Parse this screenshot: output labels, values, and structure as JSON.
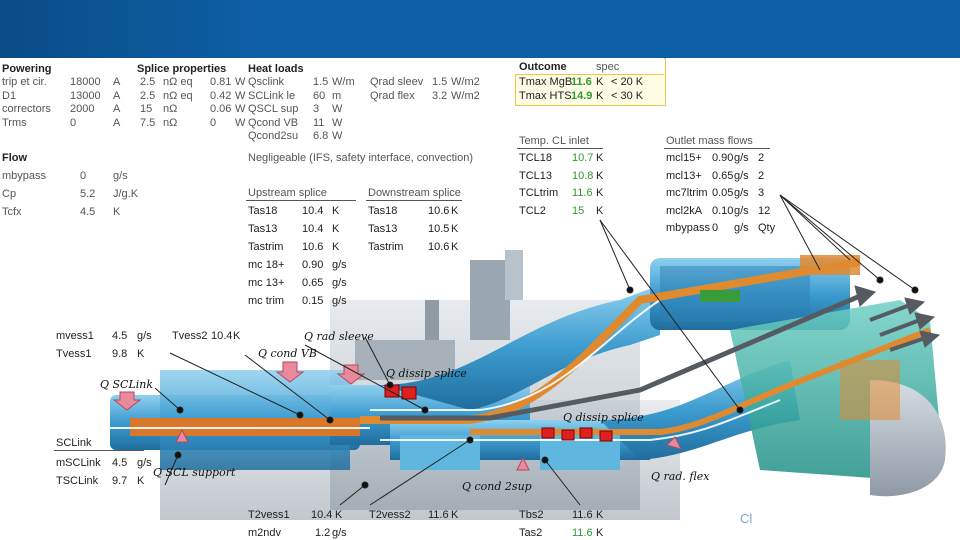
{
  "powering": {
    "title": "Powering",
    "rows": [
      {
        "name": "trip et cir.",
        "value": "18000",
        "unit": "A"
      },
      {
        "name": "D1",
        "value": "13000",
        "unit": "A"
      },
      {
        "name": "correctors",
        "value": "2000",
        "unit": "A"
      },
      {
        "name": "Trms",
        "value": "0",
        "unit": "A"
      }
    ]
  },
  "splice": {
    "title": "Splice properties",
    "rows": [
      {
        "value": "2.5",
        "unit": "nΩ eq",
        "power": "0.81",
        "punit": "W"
      },
      {
        "value": "2.5",
        "unit": "nΩ eq",
        "power": "0.42",
        "punit": "W"
      },
      {
        "value": "15",
        "unit": "nΩ",
        "power": "0.06",
        "punit": "W"
      },
      {
        "value": "7.5",
        "unit": "nΩ",
        "power": "0",
        "punit": "W"
      }
    ]
  },
  "heat_loads": {
    "title": "Heat loads",
    "rows": [
      {
        "name": "Qsclink",
        "value": "1.5",
        "unit": "W/m"
      },
      {
        "name": "SCLink le",
        "value": "60",
        "unit": "m"
      },
      {
        "name": "QSCL sup",
        "value": "3",
        "unit": "W"
      },
      {
        "name": "Qcond VB",
        "value": "11",
        "unit": "W"
      },
      {
        "name": "Qcond2su",
        "value": "6.8",
        "unit": "W"
      }
    ],
    "extra": [
      {
        "name": "Qrad sleev",
        "value": "1.5",
        "unit": "W/m2"
      },
      {
        "name": "Qrad flex",
        "value": "3.2",
        "unit": "W/m2"
      }
    ],
    "note": "Negligeable (IFS, safety interface, convection)"
  },
  "outcome": {
    "title": "Outcome",
    "spec_label": "spec",
    "rows": [
      {
        "name": "Tmax MgB",
        "value": "11.6",
        "unit": "K",
        "spec": "< 20 K"
      },
      {
        "name": "Tmax HTS",
        "value": "14.9",
        "unit": "K",
        "spec": "< 30 K"
      }
    ]
  },
  "flow": {
    "title": "Flow",
    "rows": [
      {
        "name": "mbypass",
        "value": "0",
        "unit": "g/s"
      },
      {
        "name": "Cp",
        "value": "5.2",
        "unit": "J/g.K"
      },
      {
        "name": "Tcfx",
        "value": "4.5",
        "unit": "K"
      }
    ]
  },
  "temp_cl_inlet": {
    "title": "Temp. CL inlet",
    "rows": [
      {
        "name": "TCL18",
        "value": "10.7",
        "unit": "K"
      },
      {
        "name": "TCL13",
        "value": "10.8",
        "unit": "K"
      },
      {
        "name": "TCLtrim",
        "value": "11.6",
        "unit": "K"
      },
      {
        "name": "TCL2",
        "value": "15",
        "unit": "K"
      }
    ]
  },
  "outlet_mass_flows": {
    "title": "Outlet mass flows",
    "rows": [
      {
        "name": "mcl15+",
        "value": "0.90",
        "unit": "g/s",
        "n": "2"
      },
      {
        "name": "mcl13+",
        "value": "0.65",
        "unit": "g/s",
        "n": "2"
      },
      {
        "name": "mc7ltrim",
        "value": "0.05",
        "unit": "g/s",
        "n": "3"
      },
      {
        "name": "mcl2kA",
        "value": "0.10",
        "unit": "g/s",
        "n": "12"
      },
      {
        "name": "mbypass",
        "value": "0",
        "unit": "g/s",
        "n": "Qty"
      }
    ]
  },
  "upstream_splice": {
    "title": "Upstream splice",
    "rows": [
      {
        "name": "Tas18",
        "value": "10.4",
        "unit": "K"
      },
      {
        "name": "Tas13",
        "value": "10.4",
        "unit": "K"
      },
      {
        "name": "Tastrim",
        "value": "10.6",
        "unit": "K"
      },
      {
        "name": "mc 18+",
        "value": "0.90",
        "unit": "g/s"
      },
      {
        "name": "mc 13+",
        "value": "0.65",
        "unit": "g/s"
      },
      {
        "name": "mc trim",
        "value": "0.15",
        "unit": "g/s"
      }
    ]
  },
  "downstream_splice": {
    "title": "Downstream splice",
    "rows": [
      {
        "name": "Tas18",
        "value": "10.6",
        "unit": "K"
      },
      {
        "name": "Tas13",
        "value": "10.5",
        "unit": "K"
      },
      {
        "name": "Tastrim",
        "value": "10.6",
        "unit": "K"
      }
    ]
  },
  "vessel_left": {
    "rows": [
      {
        "name": "mvess1",
        "value": "4.5",
        "unit": "g/s"
      },
      {
        "name": "Tvess1",
        "value": "9.8",
        "unit": "K"
      }
    ],
    "tvess2": {
      "name": "Tvess2",
      "value": "10.4",
      "unit": "K"
    }
  },
  "sclink": {
    "title": "SCLink",
    "rows": [
      {
        "name": "mSCLink",
        "value": "4.5",
        "unit": "g/s"
      },
      {
        "name": "TSCLink",
        "value": "9.7",
        "unit": "K"
      }
    ]
  },
  "bottom": {
    "t2vess1": {
      "name": "T2vess1",
      "value": "10.4",
      "unit": "K"
    },
    "m2ndv": {
      "name": "m2ndv",
      "value": "1.2",
      "unit": "g/s"
    },
    "t2vess2": {
      "name": "T2vess2",
      "value": "11.6",
      "unit": "K"
    },
    "tbs2": {
      "name": "Tbs2",
      "value": "11.6",
      "unit": "K"
    },
    "tas2": {
      "name": "Tas2",
      "value": "11.6",
      "unit": "K"
    }
  },
  "heat_labels": {
    "qrad_sleeve": "Q rad sleeve",
    "qcond_vb": "Q cond VB",
    "qsclink": "Q SCLink",
    "qdissip_upper": "Q dissip splice",
    "qdissip_lower": "Q dissip splice",
    "qscl_support": "Q SCL support",
    "qcond_2sup": "Q cond 2sup",
    "qrad_flex": "Q rad. flex"
  },
  "colors": {
    "header": "#0d5fa6",
    "accent_green": "#2f9a2f",
    "outcome_fill": "#fffde6",
    "outcome_border": "#e8c84a",
    "cryostat_blue": "#4aa9d6",
    "splice_red": "#e02020",
    "hts_orange": "#d9782a"
  },
  "page_mark": "Cl"
}
